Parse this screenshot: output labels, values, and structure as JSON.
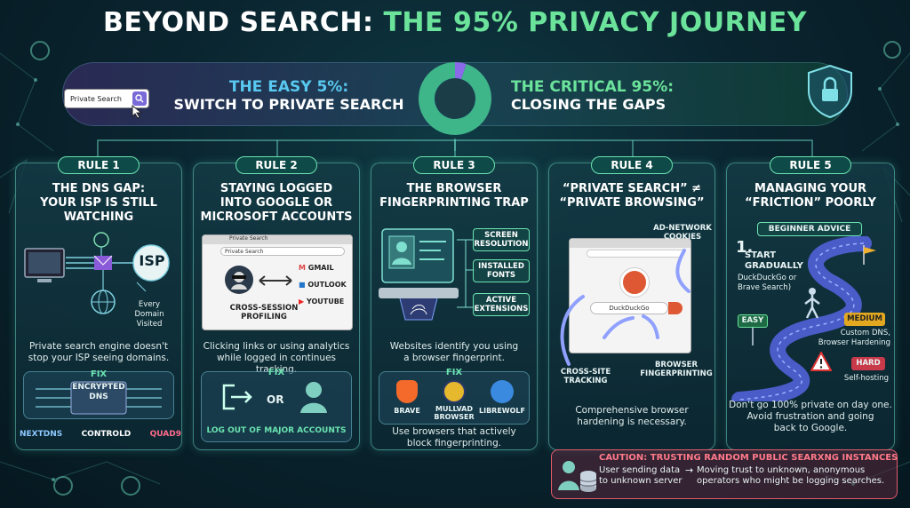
{
  "title": {
    "part1": "BEYOND SEARCH: ",
    "part2": "THE 95% PRIVACY JOURNEY"
  },
  "banner": {
    "search_text": "Private Search",
    "left_line1": "THE EASY 5%:",
    "left_line2": "SWITCH TO PRIVATE SEARCH",
    "right_line1": "THE CRITICAL 95%:",
    "right_line2": "CLOSING THE GAPS",
    "donut_easy_percent": 5,
    "donut_critical_percent": 95
  },
  "rules": [
    {
      "label": "RULE 1",
      "title": [
        "THE DNS GAP:",
        "YOUR ISP IS STILL",
        "WATCHING"
      ],
      "isp": "ISP",
      "every_domain": [
        "Every",
        "Domain",
        "Visited"
      ],
      "desc": [
        "Private search engine doesn't",
        "stop your ISP seeing domains."
      ],
      "fix": "FIX",
      "fix_text": [
        "ENCRYPTED",
        "DNS"
      ],
      "providers": [
        "NEXTDNS",
        "CONTROLD",
        "QUAD9"
      ]
    },
    {
      "label": "RULE 2",
      "title": [
        "STAYING LOGGED",
        "INTO GOOGLE OR",
        "MICROSOFT ACCOUNTS"
      ],
      "tab": "Private Search",
      "address": "Private Search",
      "services": [
        "GMAIL",
        "OUTLOOK",
        "YOUTUBE"
      ],
      "profiling": [
        "CROSS-SESSION",
        "PROFILING"
      ],
      "desc": [
        "Clicking links or using analytics",
        "while logged in continues tracking."
      ],
      "fix": "FIX",
      "or": "OR",
      "fix_text": "LOG OUT OF MAJOR ACCOUNTS"
    },
    {
      "label": "RULE 3",
      "title": [
        "THE BROWSER",
        "FINGERPRINTING TRAP"
      ],
      "tags": [
        [
          "SCREEN",
          "RESOLUTION"
        ],
        [
          "INSTALLED",
          "FONTS"
        ],
        [
          "ACTIVE",
          "EXTENSIONS"
        ]
      ],
      "desc": [
        "Websites identify you using",
        "a browser fingerprint."
      ],
      "fix": "FIX",
      "browsers": [
        [
          "BRAVE"
        ],
        [
          "MULLVAD",
          "BROWSER"
        ],
        [
          "LIBREWOLF"
        ]
      ],
      "fix_text": [
        "Use browsers that actively",
        "block fingerprinting."
      ]
    },
    {
      "label": "RULE 4",
      "title": [
        "“PRIVATE SEARCH” ≠",
        "“PRIVATE BROWSING”"
      ],
      "adnet": [
        "AD-NETWORK",
        "COOKIES"
      ],
      "ddg": "DuckDuckGo",
      "cross": [
        "CROSS-SITE",
        "TRACKING"
      ],
      "fp": [
        "BROWSER",
        "FINGERPRINTING"
      ],
      "desc": [
        "Comprehensive browser",
        "hardening is necessary."
      ]
    },
    {
      "label": "RULE 5",
      "title": [
        "MANAGING YOUR",
        "“FRICTION” POORLY"
      ],
      "beginner": "BEGINNER ADVICE",
      "step1_num": "1.",
      "step1_title": [
        "START",
        "GRADUALLY"
      ],
      "step1_sub": [
        "DuckDuckGo or",
        "Brave Search)"
      ],
      "easy": "EASY",
      "medium": "MEDIUM",
      "medium_sub": [
        "Custom DNS,",
        "Browser Hardening"
      ],
      "hard": "HARD",
      "hard_sub": "Self-hosting",
      "desc": [
        "Don't go 100% private on day one.",
        "Avoid frustration and going",
        "back to Google."
      ]
    }
  ],
  "caution": {
    "title": "CAUTION: TRUSTING RANDOM PUBLIC SEARXNG INSTANCES",
    "left": [
      "User sending data",
      "to unknown server"
    ],
    "arrow": "→",
    "right": [
      "Moving trust to unknown, anonymous",
      "operators who might be logging searches."
    ]
  },
  "colors": {
    "accent_green": "#6be39b",
    "accent_blue": "#58c9f0",
    "caution_red": "#e55a6a"
  }
}
